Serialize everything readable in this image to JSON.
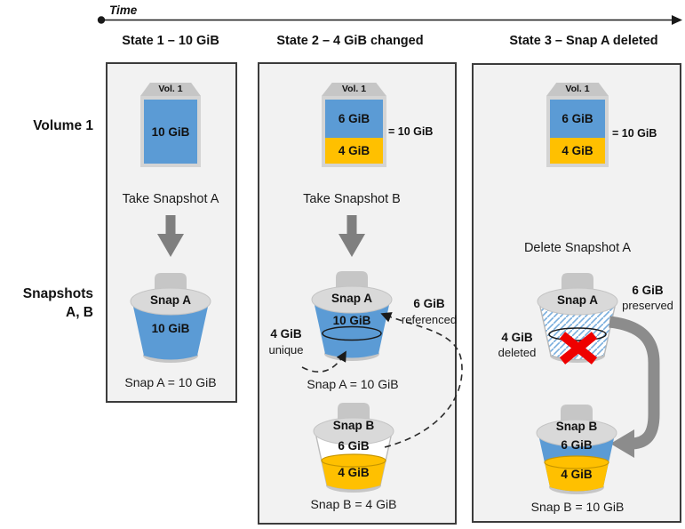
{
  "timeline": {
    "label": "Time"
  },
  "row_labels": {
    "volume": "Volume 1",
    "snapshots": "Snapshots",
    "snapshots_sub": "A, B"
  },
  "colors": {
    "volume_blue": "#5b9bd5",
    "changed_yellow": "#ffc000",
    "panel_bg": "#f2f2f2",
    "down_arrow_gray": "#7f7f7f",
    "elbow_arrow_gray": "#8c8c8c",
    "delete_x_red": "#ee0000"
  },
  "state1": {
    "header": "State 1 – 10 GiB",
    "volume": {
      "lid": "Vol. 1",
      "size": "10 GiB"
    },
    "action": "Take Snapshot A",
    "snap_a": {
      "name": "Snap A",
      "size": "10 GiB",
      "caption": "Snap A = 10 GiB"
    }
  },
  "state2": {
    "header": "State 2 – 4 GiB changed",
    "volume": {
      "lid": "Vol. 1",
      "top": "6 GiB",
      "bottom": "4 GiB",
      "total": "= 10 GiB"
    },
    "action": "Take Snapshot B",
    "snap_a": {
      "name": "Snap A",
      "size": "10 GiB",
      "caption": "Snap A = 10 GiB"
    },
    "annotations": {
      "unique_size": "4 GiB",
      "unique_label": "unique",
      "referenced_size": "6 GiB",
      "referenced_label": "referenced"
    },
    "snap_b": {
      "name": "Snap B",
      "top": "6 GiB",
      "bottom": "4 GiB",
      "caption": "Snap B = 4 GiB"
    }
  },
  "state3": {
    "header": "State 3 – Snap A deleted",
    "volume": {
      "lid": "Vol. 1",
      "top": "6 GiB",
      "bottom": "4 GiB",
      "total": "= 10 GiB"
    },
    "action": "Delete Snapshot A",
    "snap_a": {
      "name": "Snap A"
    },
    "annotations": {
      "deleted_size": "4 GiB",
      "deleted_label": "deleted",
      "preserved_size": "6 GiB",
      "preserved_label": "preserved"
    },
    "snap_b": {
      "name": "Snap B",
      "top": "6 GiB",
      "bottom": "4 GiB",
      "caption": "Snap B = 10 GiB"
    }
  }
}
